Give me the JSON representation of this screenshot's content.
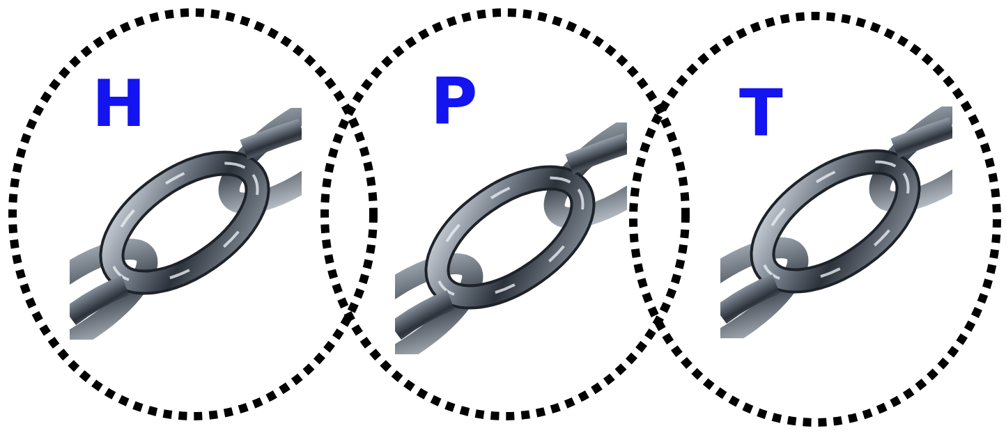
{
  "diagram": {
    "nodes": [
      {
        "text": [
          "H"
        ]
      },
      {
        "text": [
          "P"
        ]
      },
      {
        "text": [
          "T"
        ]
      }
    ]
  }
}
